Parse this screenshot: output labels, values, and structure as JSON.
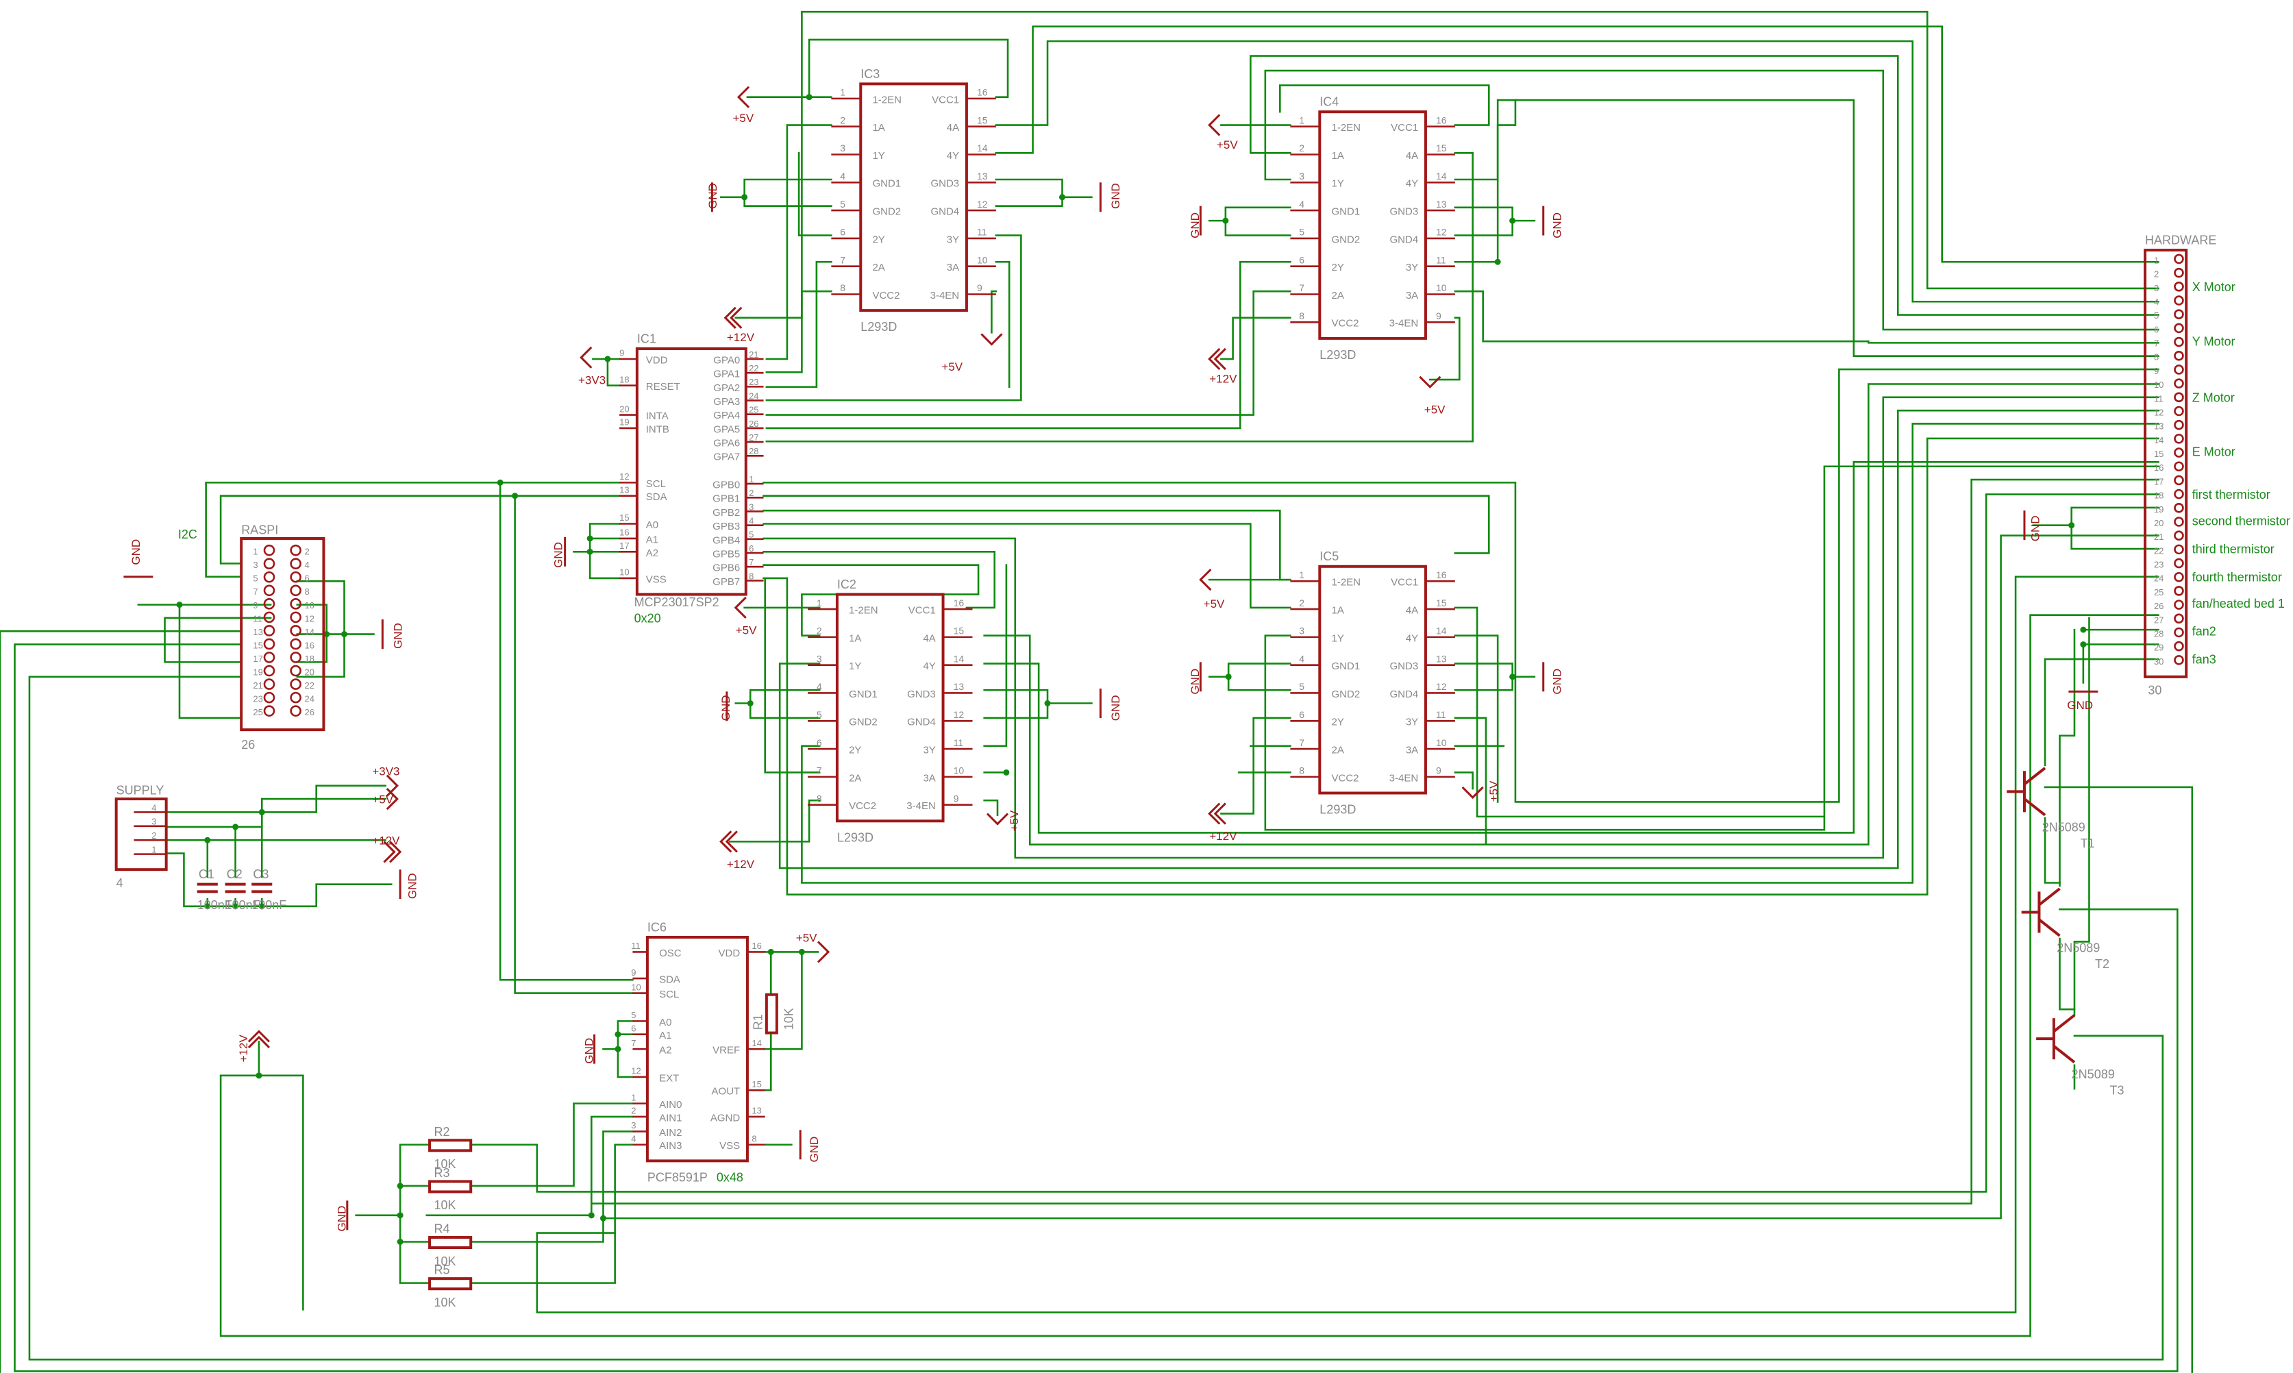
{
  "parts": {
    "ic3": {
      "name": "IC3",
      "value": "L293D"
    },
    "ic4": {
      "name": "IC4",
      "value": "L293D"
    },
    "ic2": {
      "name": "IC2",
      "value": "L293D"
    },
    "ic5": {
      "name": "IC5",
      "value": "L293D"
    },
    "ic1": {
      "name": "IC1",
      "value": "MCP23017SP2",
      "addr": "0x20"
    },
    "ic6": {
      "name": "IC6",
      "value": "PCF8591P",
      "addr": "0x48"
    },
    "raspi": {
      "name": "RASPI",
      "label": "I2C",
      "pins": "26"
    },
    "supply": {
      "name": "SUPPLY",
      "pins": "4"
    },
    "hardware": {
      "name": "HARDWARE",
      "pins": "30"
    },
    "c1": {
      "name": "C1",
      "value": "100nF"
    },
    "c2": {
      "name": "C2",
      "value": "100nF"
    },
    "c3": {
      "name": "C3",
      "value": "100nF"
    },
    "r1": {
      "name": "R1",
      "value": "10K"
    },
    "r2": {
      "name": "R2",
      "value": "10K"
    },
    "r3": {
      "name": "R3",
      "value": "10K"
    },
    "r4": {
      "name": "R4",
      "value": "10K"
    },
    "r5": {
      "name": "R5",
      "value": "10K"
    },
    "t1": {
      "name": "T1",
      "value": "2N5089"
    },
    "t2": {
      "name": "T2",
      "value": "2N5089"
    },
    "t3": {
      "name": "T3",
      "value": "2N5089"
    }
  },
  "pin_names": {
    "l293d_left": [
      "1-2EN",
      "1A",
      "1Y",
      "GND1",
      "GND2",
      "2Y",
      "2A",
      "VCC2"
    ],
    "l293d_right": [
      "VCC1",
      "4A",
      "4Y",
      "GND3",
      "GND4",
      "3Y",
      "3A",
      "3-4EN"
    ],
    "l293d_left_nums": [
      "1",
      "2",
      "3",
      "4",
      "5",
      "6",
      "7",
      "8"
    ],
    "l293d_right_nums": [
      "16",
      "15",
      "14",
      "13",
      "12",
      "11",
      "10",
      "9"
    ],
    "mcp_left": [
      "VDD",
      "RESET",
      "INTA",
      "INTB",
      "SCL",
      "SDA",
      "A0",
      "A1",
      "A2",
      "VSS"
    ],
    "mcp_left_nums": [
      "9",
      "18",
      "20",
      "19",
      "12",
      "13",
      "15",
      "16",
      "17",
      "10"
    ],
    "mcp_right": [
      "GPA0",
      "GPA1",
      "GPA2",
      "GPA3",
      "GPA4",
      "GPA5",
      "GPA6",
      "GPA7",
      "GPB0",
      "GPB1",
      "GPB2",
      "GPB3",
      "GPB4",
      "GPB5",
      "GPB6",
      "GPB7"
    ],
    "mcp_right_nums": [
      "21",
      "22",
      "23",
      "24",
      "25",
      "26",
      "27",
      "28",
      "1",
      "2",
      "3",
      "4",
      "5",
      "6",
      "7",
      "8"
    ],
    "pcf_left": [
      "OSC",
      "SDA",
      "SCL",
      "A0",
      "A1",
      "A2",
      "EXT",
      "AIN0",
      "AIN1",
      "AIN2",
      "AIN3"
    ],
    "pcf_left_nums": [
      "11",
      "9",
      "10",
      "5",
      "6",
      "7",
      "12",
      "1",
      "2",
      "3",
      "4"
    ],
    "pcf_right": [
      "VDD",
      "VREF",
      "AOUT",
      "AGND",
      "VSS"
    ],
    "pcf_right_nums": [
      "16",
      "14",
      "15",
      "13",
      "8"
    ]
  },
  "header_pins": {
    "raspi_left": [
      "1",
      "3",
      "5",
      "7",
      "9",
      "11",
      "13",
      "15",
      "17",
      "19",
      "21",
      "23",
      "25"
    ],
    "raspi_right": [
      "2",
      "4",
      "6",
      "8",
      "10",
      "12",
      "14",
      "16",
      "18",
      "20",
      "22",
      "24",
      "26"
    ],
    "supply": [
      "4",
      "3",
      "2",
      "1"
    ],
    "hardware": [
      "1",
      "2",
      "3",
      "4",
      "5",
      "6",
      "7",
      "8",
      "9",
      "10",
      "11",
      "12",
      "13",
      "14",
      "15",
      "16",
      "17",
      "18",
      "19",
      "20",
      "21",
      "22",
      "23",
      "24",
      "25",
      "26",
      "27",
      "28",
      "29",
      "30"
    ]
  },
  "hardware_labels": [
    "X Motor",
    "Y Motor",
    "Z Motor",
    "E Motor",
    "first thermistor",
    "second thermistor",
    "third thermistor",
    "fourth thermistor",
    "fan/heated bed 1",
    "fan2",
    "fan3"
  ],
  "supplies": {
    "v5": "+5V",
    "v12": "+12V",
    "v33": "+3V3",
    "gnd": "GND"
  },
  "colors": {
    "part": "#a01818",
    "wire": "#0f8a0f",
    "text": "#8a8a8a",
    "net_label": "#1a8a1a",
    "background": "#ffffff"
  }
}
